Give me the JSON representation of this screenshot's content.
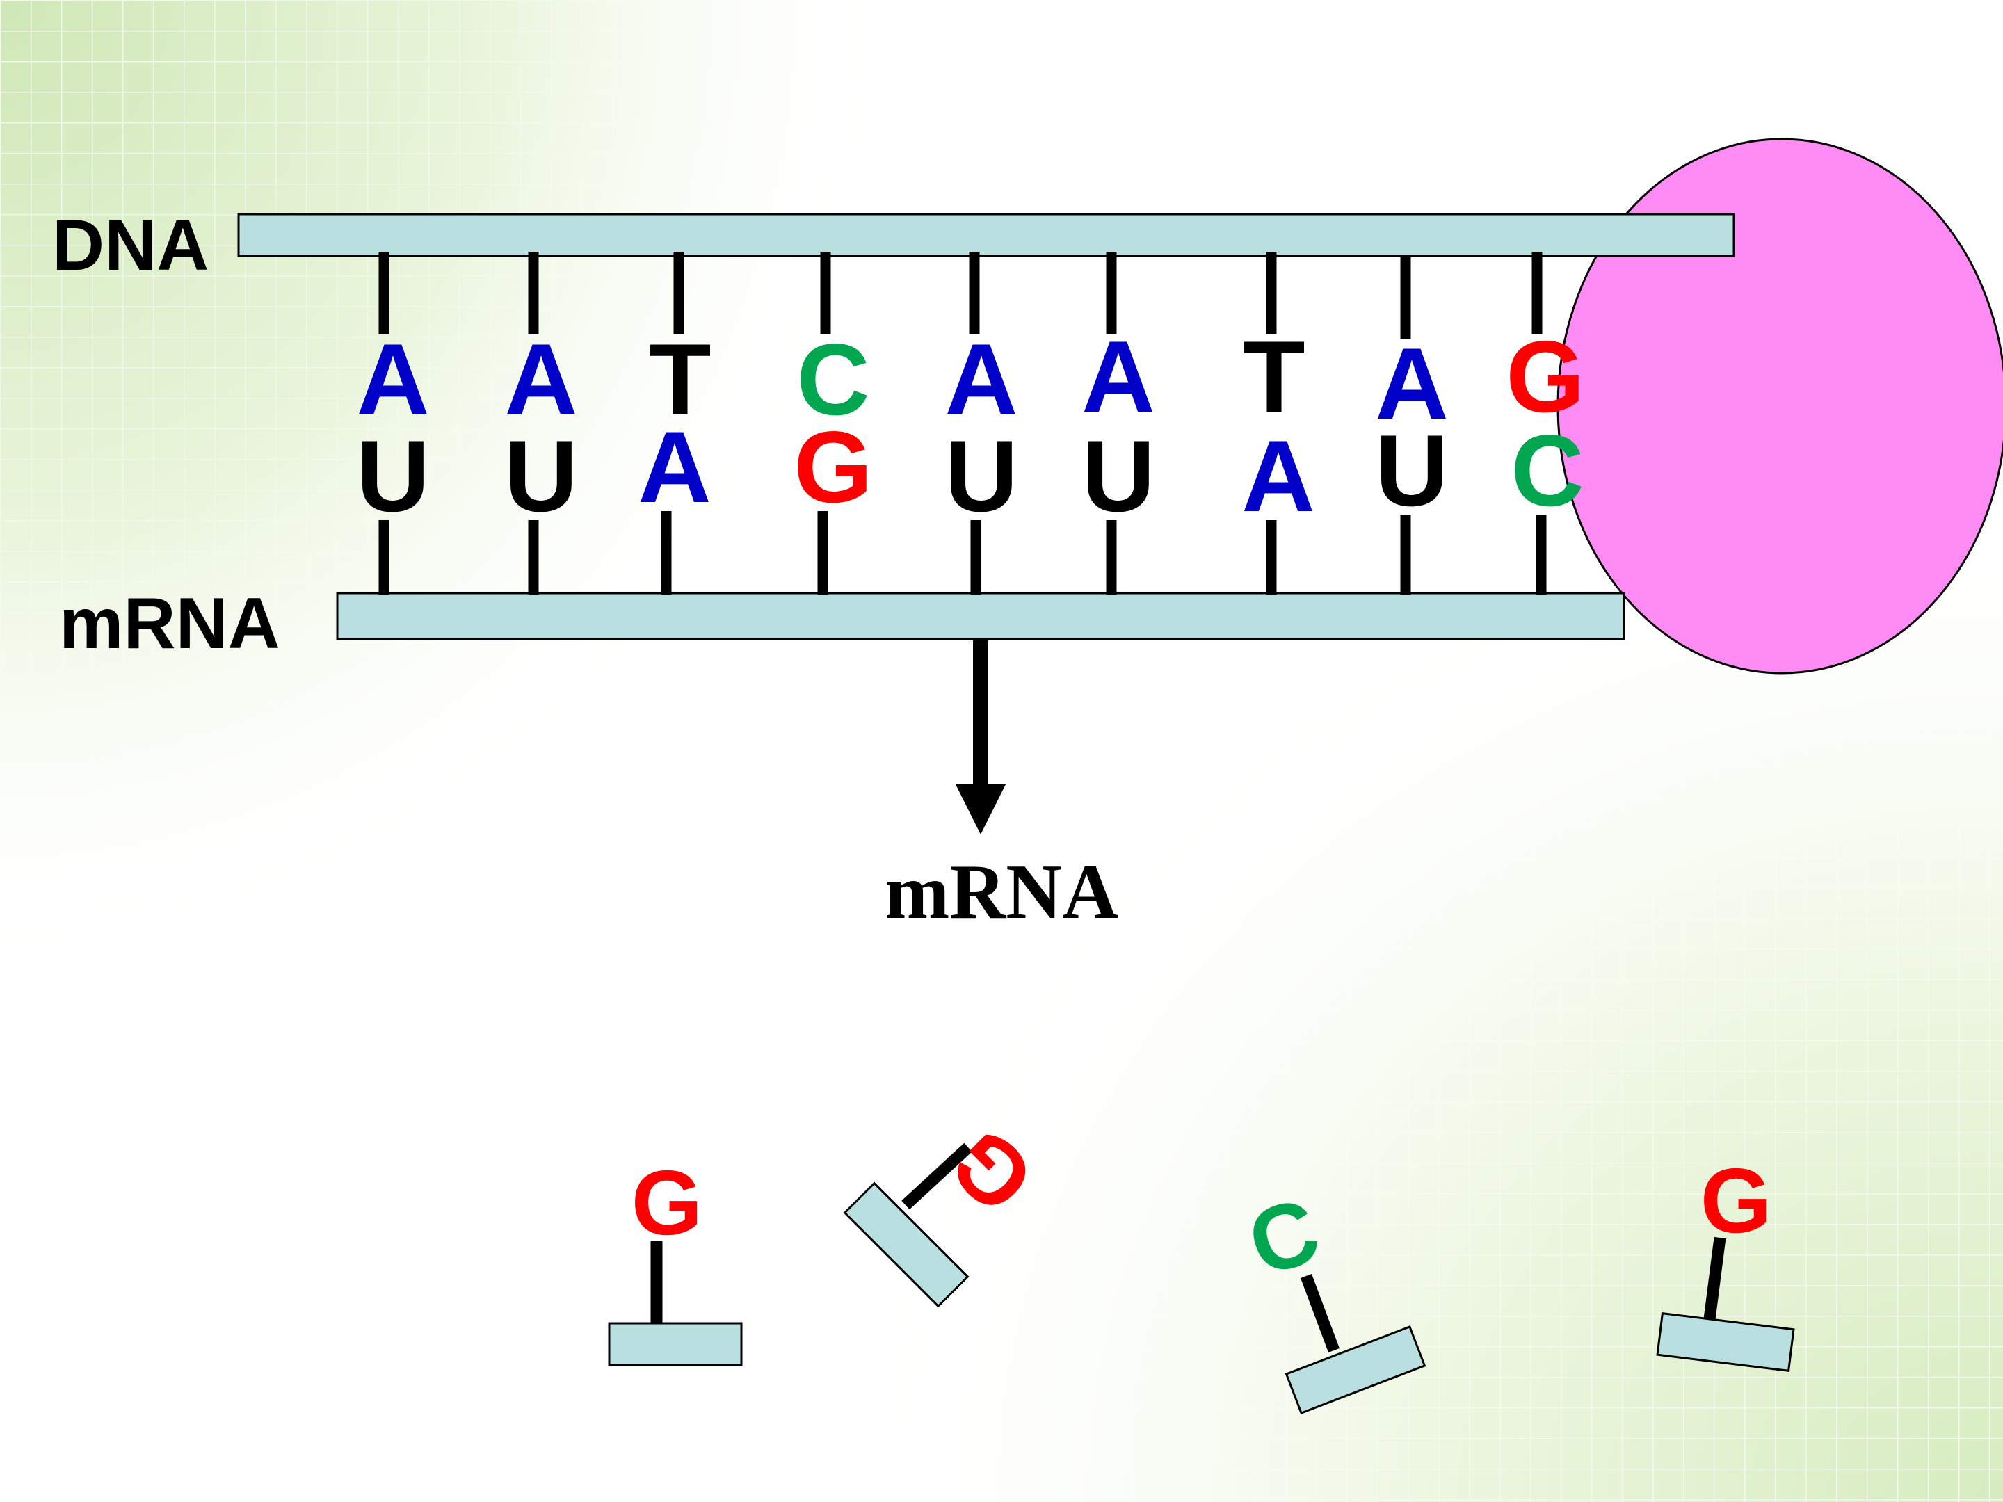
{
  "labels": {
    "dna": "DNA",
    "mrna_strand": "mRNA",
    "mrna_product": "mRNA"
  },
  "pairs": [
    {
      "top": "A",
      "bottom": "U"
    },
    {
      "top": "A",
      "bottom": "U"
    },
    {
      "top": "T",
      "bottom": "A"
    },
    {
      "top": "C",
      "bottom": "G"
    },
    {
      "top": "A",
      "bottom": "U"
    },
    {
      "top": "A",
      "bottom": "U"
    },
    {
      "top": "T",
      "bottom": "A"
    },
    {
      "top": "A",
      "bottom": "U"
    },
    {
      "top": "G",
      "bottom": "C"
    }
  ],
  "free_nucleotides": [
    "G",
    "G",
    "C",
    "G"
  ],
  "colors": {
    "A": "#0000c8",
    "U": "#000000",
    "T": "#000000",
    "G": "#ff0000",
    "C": "#00a650",
    "strand_fill": "#b9dfe1",
    "enzyme_fill": "#ff8cf5",
    "background_grid": "#c8e6b4"
  }
}
